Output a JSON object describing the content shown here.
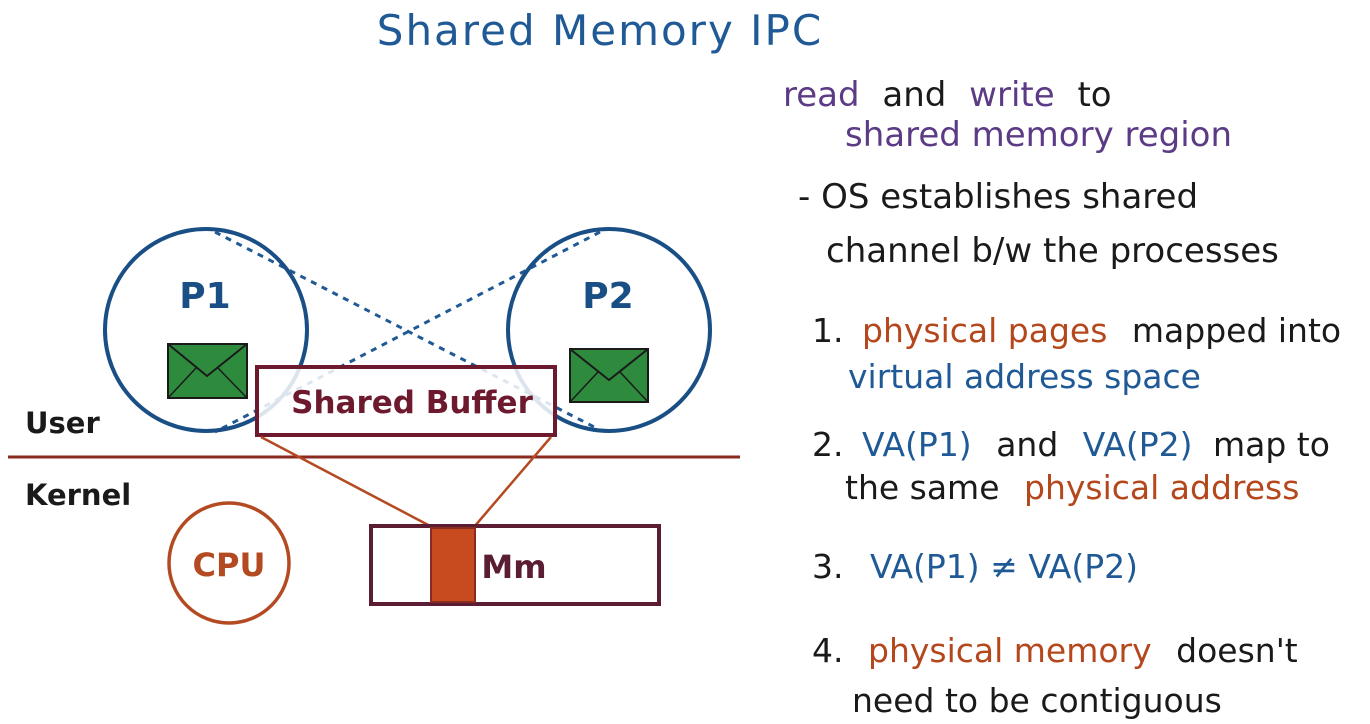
{
  "title": "Shared Memory IPC",
  "diagram": {
    "p1_label": "P1",
    "p2_label": "P2",
    "buffer_label": "Shared Buffer",
    "user_label": "User",
    "kernel_label": "Kernel",
    "cpu_label": "CPU",
    "memory_label": "Mm",
    "icons": [
      "envelope-icon",
      "envelope-icon"
    ],
    "colors": {
      "process": "#1a4f86",
      "buffer": "#6e1a2e",
      "boundary": "#8b2a1e",
      "cpu": "#b44a22",
      "memory_box": "#5a1d33",
      "memory_page": "#c74b1f",
      "envelope": "#2e8b3e"
    }
  },
  "notes": {
    "intro_line1_a": "read",
    "intro_line1_b": "and",
    "intro_line1_c": "write",
    "intro_line1_d": "to",
    "intro_line2": "shared memory region",
    "bullet_line1": "- OS establishes shared",
    "bullet_line2": "channel b/w the processes",
    "item1_num": "1.",
    "item1_a": "physical pages",
    "item1_b": "mapped into",
    "item1_line2": "virtual address space",
    "item2_num": "2.",
    "item2_a": "VA(P1)",
    "item2_b": "and",
    "item2_c": "VA(P2)",
    "item2_d": "map to",
    "item2_line2_a": "the same",
    "item2_line2_b": "physical address",
    "item3_num": "3.",
    "item3_text": "VA(P1) ≠ VA(P2)",
    "item4_num": "4.",
    "item4_a": "physical memory",
    "item4_b": "doesn't",
    "item4_line2": "need to be contiguous",
    "colors": {
      "purple": "#5b3a86",
      "black": "#1a1a1a",
      "blue": "#1f5a96",
      "orange": "#b5471c"
    }
  }
}
